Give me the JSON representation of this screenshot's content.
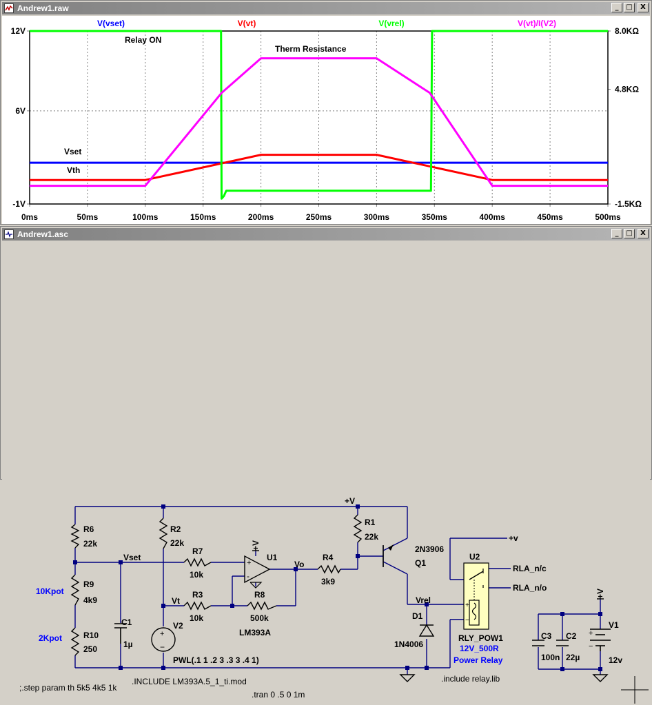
{
  "waveform_window": {
    "title": "Andrew1.raw",
    "buttons": {
      "minimize": "_",
      "restore": "□",
      "close": "X"
    }
  },
  "schematic_window": {
    "title": "Andrew1.asc",
    "buttons": {
      "minimize": "_",
      "restore": "□",
      "close": "X"
    }
  },
  "colors": {
    "vset": "#0000ff",
    "vt": "#ff0000",
    "vrel": "#00ff00",
    "resistance": "#ff00ff",
    "plot_bg": "#000000",
    "schematic_wire": "#000080"
  },
  "chart_data": {
    "type": "line",
    "title": "",
    "xlabel": "",
    "ylabel": "",
    "x_ticks": [
      "0ms",
      "50ms",
      "100ms",
      "150ms",
      "200ms",
      "250ms",
      "300ms",
      "350ms",
      "400ms",
      "450ms",
      "500ms"
    ],
    "y_left_ticks": [
      "12V",
      "6V",
      "-1V"
    ],
    "y_right_ticks": [
      "8.0KΩ",
      "4.8KΩ",
      "-1.5KΩ"
    ],
    "xlim_ms": [
      0,
      500
    ],
    "ylim_left": [
      -1,
      12
    ],
    "ylim_right_kohm": [
      -1.5,
      8.0
    ],
    "grid": true,
    "legend_labels": [
      "V(vset)",
      "V(vt)",
      "V(vrel)",
      "V(vt)/I(V2)"
    ],
    "annotations": [
      "Relay ON",
      "Therm Resistance",
      "Vset",
      "Vth"
    ],
    "series": [
      {
        "name": "V(vset)",
        "axis": "left",
        "x": [
          0,
          500
        ],
        "y": [
          2.1,
          2.1
        ]
      },
      {
        "name": "V(vt)",
        "axis": "left",
        "x": [
          0,
          100,
          200,
          300,
          400,
          500
        ],
        "y": [
          0.8,
          0.8,
          2.7,
          2.7,
          0.8,
          0.8
        ]
      },
      {
        "name": "V(vrel)",
        "axis": "left",
        "x": [
          0,
          165.5,
          166,
          168,
          170,
          347,
          348,
          500
        ],
        "y": [
          12,
          12,
          -0.6,
          -0.4,
          0,
          0,
          12,
          12
        ]
      },
      {
        "name": "V(vt)/I(V2)",
        "axis": "right",
        "x": [
          0,
          100,
          166,
          200,
          300,
          346,
          400,
          500
        ],
        "y": [
          -0.5,
          -0.5,
          4.6,
          6.5,
          6.5,
          4.6,
          -0.5,
          -0.5
        ]
      }
    ]
  },
  "schematic": {
    "components": {
      "R6": {
        "name": "R6",
        "value": "22k"
      },
      "R9": {
        "name": "R9",
        "value": "4k9"
      },
      "R10": {
        "name": "R10",
        "value": "250"
      },
      "R2": {
        "name": "R2",
        "value": "22k"
      },
      "R7": {
        "name": "R7",
        "value": "10k"
      },
      "R3": {
        "name": "R3",
        "value": "10k"
      },
      "R8": {
        "name": "R8",
        "value": "500k"
      },
      "R4": {
        "name": "R4",
        "value": "3k9"
      },
      "R1": {
        "name": "R1",
        "value": "22k"
      },
      "C1": {
        "name": "C1",
        "value": "1µ"
      },
      "C2": {
        "name": "C2",
        "value": "22µ"
      },
      "C3": {
        "name": "C3",
        "value": "100n"
      },
      "V1": {
        "name": "V1",
        "value": "12v"
      },
      "V2": {
        "name": "V2",
        "value": "PWL(.1 1 .2 3 .3 3 .4 1)"
      },
      "U1": {
        "name": "U1",
        "value": "LM393A"
      },
      "U2": {
        "name": "U2",
        "value": "RLY_POW1"
      },
      "Q1": {
        "name": "Q1",
        "value": "2N3906"
      },
      "D1": {
        "name": "D1",
        "value": "1N4006"
      }
    },
    "relay_attrs": [
      "12V_500R",
      "Power Relay"
    ],
    "pot_labels": [
      "10Kpot",
      "2Kpot"
    ],
    "net_labels": {
      "vset": "Vset",
      "vt": "Vt",
      "vo": "Vo",
      "vrel": "Vrel",
      "vplus_top": "+V",
      "v_small": "+v",
      "rla_nc": "RLA_n/c",
      "rla_no": "RLA_n/o",
      "u1_supply": "+V",
      "v1_supply": "+V"
    },
    "directives": {
      "step": ";.step param th 5k5  4k5 1k",
      "include": ".INCLUDE LM393A.5_1_ti.mod",
      "tran": ".tran 0 .5 0 1m",
      "include_lib": ".include relay.lib"
    },
    "opamp_pins": {
      "plus": "+",
      "minus": "-"
    },
    "relay_pins": {
      "plus": "+",
      "minus": "−"
    },
    "battery_pins": {
      "plus": "+",
      "minus": "−"
    }
  }
}
